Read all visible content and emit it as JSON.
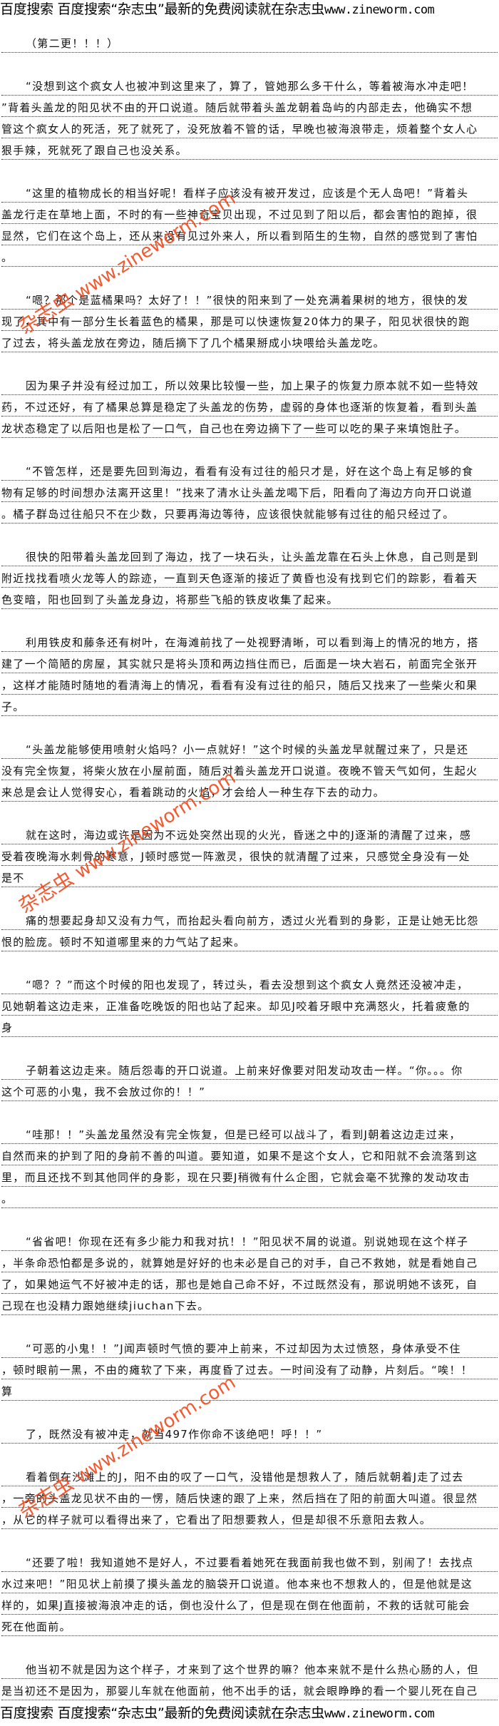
{
  "banner": {
    "text": "百度搜索 百度搜索“杂志虫”最新的免费阅读就在杂志虫",
    "url": "www.zineworm.com"
  },
  "watermark": {
    "cn": "杂志虫",
    "url": " www.zineworm.com"
  },
  "colors": {
    "watermark": "#ee4a1e",
    "rule": "#1c2f66"
  },
  "paragraphs": [
    [
      "（第二更！！！）"
    ],
    [
      "“没想到这个疯女人也被冲到这里来了，算了，管她那么多干什么，等着被海水冲走吧！",
      "”背着头盖龙的阳见状不由的开口说道。随后就带着头盖龙朝着岛屿的内部走去，他确实不想",
      "管这个疯女人的死活，死了就死了，没死放着不管的话，早晚也被海浪带走，烦着整个女人心",
      "狠手辣，死就死了跟自己也没关系。"
    ],
    [
      "“这里的植物成长的相当好呢！看样子应该没有被开发过，应该是个无人岛吧！”背着头",
      "盖龙行走在草地上面，不时的有一些神奇宝贝出现，不过见到了阳以后，都会害怕的跑掉，很",
      "显然，它们在这个岛上，还从来没有见过外来人，所以看到陌生的生物，自然的感觉到了害怕",
      "。"
    ],
    [
      "“嗯？那个是蓝橘果吗？太好了！！”很快的阳来到了一处充满着果树的地方，很快的发",
      "现了，其中有一部分生长着蓝色的橘果，那是可以快速恢复20体力的果子，阳见状很快的跑",
      "了过去，将头盖龙放在旁边，随后摘下了几个橘果掰成小块喂给头盖龙吃。"
    ],
    [
      "因为果子并没有经过加工，所以效果比较慢一些，加上果子的恢复力原本就不如一些特效",
      "药，不过还好，有了橘果总算是稳定了头盖龙的伤势，虚弱的身体也逐渐的恢复着，看到头盖",
      "龙状态稳定了以后阳也是松了一口气，自己也在旁边摘下了一些可以吃的果子来填饱肚子。"
    ],
    [
      "“不管怎样，还是要先回到海边，看看有没有过往的船只才是，好在这个岛上有足够的食",
      "物有足够的时间想办法离开这里！”找来了清水让头盖龙喝下后，阳看向了海边方向开口说道",
      "。橘子群岛过往船只不在少数，只要再海边等待，应该很快就能够有过往的船只经过了。"
    ],
    [
      "很快的阳带着头盖龙回到了海边，找了一块石头，让头盖龙靠在石头上休息，自己则是到",
      "附近找找看喷火龙等人的踪迹，一直到天色逐渐的接近了黄昏也没有找到它们的踪影，看着天",
      "色变暗，阳也回到了头盖龙身边，将那些飞船的铁皮收集了起来。"
    ],
    [
      "利用铁皮和藤条还有树叶，在海滩前找了一处视野清晰，可以看到海上的情况的地方，搭",
      "建了一个简陋的房屋，其实就只是将头顶和两边挡住而已，后面是一块大岩石，前面完全张开",
      "，这样才能随时随地的看清海上的情况，看看有没有过往的船只，随后又找来了一些柴火和果",
      "子。"
    ],
    [
      "“头盖龙能够使用喷射火焰吗？小一点就好！”这个时候的头盖龙早就醒过来了，只是还",
      "没有完全恢复，将柴火放在小屋前面，随后对着头盖龙开口说道。夜晚不管天气如何，生起火",
      "来总是会让人觉得安心，看着跳动的火焰，才会给人一种生存下去的动力。"
    ],
    [
      "就在这时，海边或许是因为不远处突然出现的火光，昏迷之中的J逐渐的清醒了过来，感",
      "受着夜晚海水刺骨的寒意，J顿时感觉一阵激灵，很快的就清醒了过来，只感觉全身没有一处",
      "是不"
    ],
    [
      "痛的想要起身却又没有力气，而抬起头看向前方，透过火光看到的身影，正是让她无比怨",
      "恨的脸庞。顿时不知道哪里来的力气站了起来。"
    ],
    [
      "“嗯？？”而这个时候的阳也发现了，转过头，看去没想到这个疯女人竟然还没被冲走，",
      "见她朝着这边走来，正准备吃晚饭的阳也站了起来。却见J咬着牙眼中充满怒火，托着疲惫的",
      "身"
    ],
    [
      "子朝着这边走来。随后怨毒的开口说道。上前来好像要对阳发动攻击一样。“你。。。你",
      "这个可恶的小鬼，我不会放过你的！！”"
    ],
    [
      "“哇那！！”头盖龙虽然没有完全恢复，但是已经可以战斗了，看到J朝着这边走过来，",
      "自然而来的护到了阳的身前不善的叫道。要知道，如果不是这个女人，它和阳就不会流落到这",
      "里，而且还找不到其他同伴的身影，现在只要J稍微有什么企图，它就会毫不犹豫的发动攻击",
      "。"
    ],
    [
      "“省省吧！你现在还有多少能力和我对抗！！”阳见状不屑的说道。别说她现在这个样子",
      "，半条命恐怕都是多说的，就算她是好好的也未必是自己的对手，自己不救她，就是看她自己",
      "了，如果她运气不好被冲走的话，那也是她自己命不好，不过既然没有，那说明她不该死，自",
      "己现在也没精力跟她继续jiuchan下去。"
    ],
    [
      "“可恶的小鬼！！”J闻声顿时气愤的要冲上前来，不过却因为太过愤怒，身体承受不住",
      "，顿时眼前一黑，不由的瘫软了下来，再度昏了过去。一时间没有了动静，片刻后。“唉！！",
      "算"
    ],
    [
      "了，既然没有被冲走，就当497作你命不该绝吧！呼！！”"
    ],
    [
      "看着倒在沙滩上的J，阳不由的叹了一口气，没错他是想救人了，随后就朝着J走了过去",
      "，一旁的头盖龙见状不由的一愣，随后快速的跟了上来，然后挡在了阳的前面大叫道。很显然",
      "，从它的样子就可以看得出来了，它看出了阳想要救人，但是却很不乐意阳去救人。"
    ],
    [
      "“还要了啦！我知道她不是好人，不过要看着她死在我面前我也做不到，别闹了！去找点",
      "水过来吧！”阳见状上前摸了摸头盖龙的脑袋开口说道。他本来也不想救人的，但是他就是这",
      "样的，如果J直接被海浪冲走的话，倒也没什么了，但是现在倒在他面前，不救的话就可能会",
      "死在他面前。"
    ],
    [
      "他当初不就是因为这个样子，才来到了这个世界的嘛？他本来就不是什么热心肠的人，但",
      "是当初还不是因为，那婴儿车就在他面前，他不出手的话，就会眼睁睁的看一个婴儿死在自己"
    ]
  ]
}
